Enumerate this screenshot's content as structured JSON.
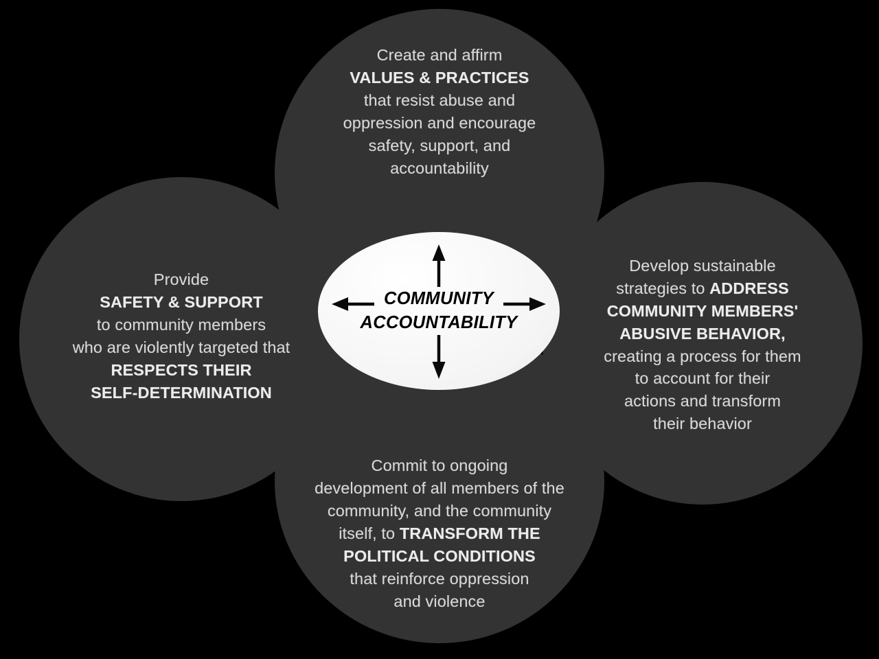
{
  "diagram": {
    "title": "Community Accountability",
    "type": "four-petal venn-style concept diagram",
    "background_color": "#000000",
    "petal_color": "#333333",
    "petal_text_color": "#d8d8d8",
    "hub_fill_color": "#fbfbfb",
    "hub_text_color": "#000000"
  },
  "hub": {
    "line1": "COMMUNITY",
    "line2": "ACCOUNTABILITY",
    "arrows": [
      "arrow-up",
      "arrow-right",
      "arrow-down",
      "arrow-left"
    ]
  },
  "petals": {
    "top": {
      "id": "values-and-practices",
      "lines": [
        {
          "text": "Create and affirm",
          "emphasis": false
        },
        {
          "text": "VALUES & PRACTICES",
          "emphasis": true
        },
        {
          "text": "that resist abuse and",
          "emphasis": false
        },
        {
          "text": "oppression and encourage",
          "emphasis": false
        },
        {
          "text": "safety, support, and",
          "emphasis": false
        },
        {
          "text": "accountability",
          "emphasis": false
        }
      ]
    },
    "left": {
      "id": "safety-and-support",
      "lines": [
        {
          "text": "Provide",
          "emphasis": false
        },
        {
          "text": "SAFETY & SUPPORT",
          "emphasis": true
        },
        {
          "text": "to community members",
          "emphasis": false
        },
        {
          "text": "who are violently targeted that",
          "emphasis": false
        },
        {
          "text": "RESPECTS THEIR",
          "emphasis": true
        },
        {
          "text": "SELF-DETERMINATION",
          "emphasis": true
        }
      ]
    },
    "right": {
      "id": "address-abusive-behavior",
      "lines": [
        {
          "text": "Develop sustainable",
          "emphasis": false
        },
        {
          "text": "strategies to ",
          "emphasis": false,
          "tail": "ADDRESS",
          "tail_emphasis": true
        },
        {
          "text": "COMMUNITY MEMBERS'",
          "emphasis": true
        },
        {
          "text": "ABUSIVE BEHAVIOR,",
          "emphasis": true
        },
        {
          "text": "creating a process for them",
          "emphasis": false
        },
        {
          "text": "to account for their",
          "emphasis": false
        },
        {
          "text": "actions and transform",
          "emphasis": false
        },
        {
          "text": "their behavior",
          "emphasis": false
        }
      ]
    },
    "bottom": {
      "id": "transform-political-conditions",
      "lines": [
        {
          "text": "Commit to ongoing",
          "emphasis": false
        },
        {
          "text": "development of all members of the",
          "emphasis": false
        },
        {
          "text": "community, and the community",
          "emphasis": false
        },
        {
          "text": "itself, to ",
          "emphasis": false,
          "tail": "TRANSFORM THE",
          "tail_emphasis": true
        },
        {
          "text": "POLITICAL CONDITIONS",
          "emphasis": true
        },
        {
          "text": "that reinforce oppression",
          "emphasis": false
        },
        {
          "text": "and violence",
          "emphasis": false
        }
      ]
    }
  }
}
